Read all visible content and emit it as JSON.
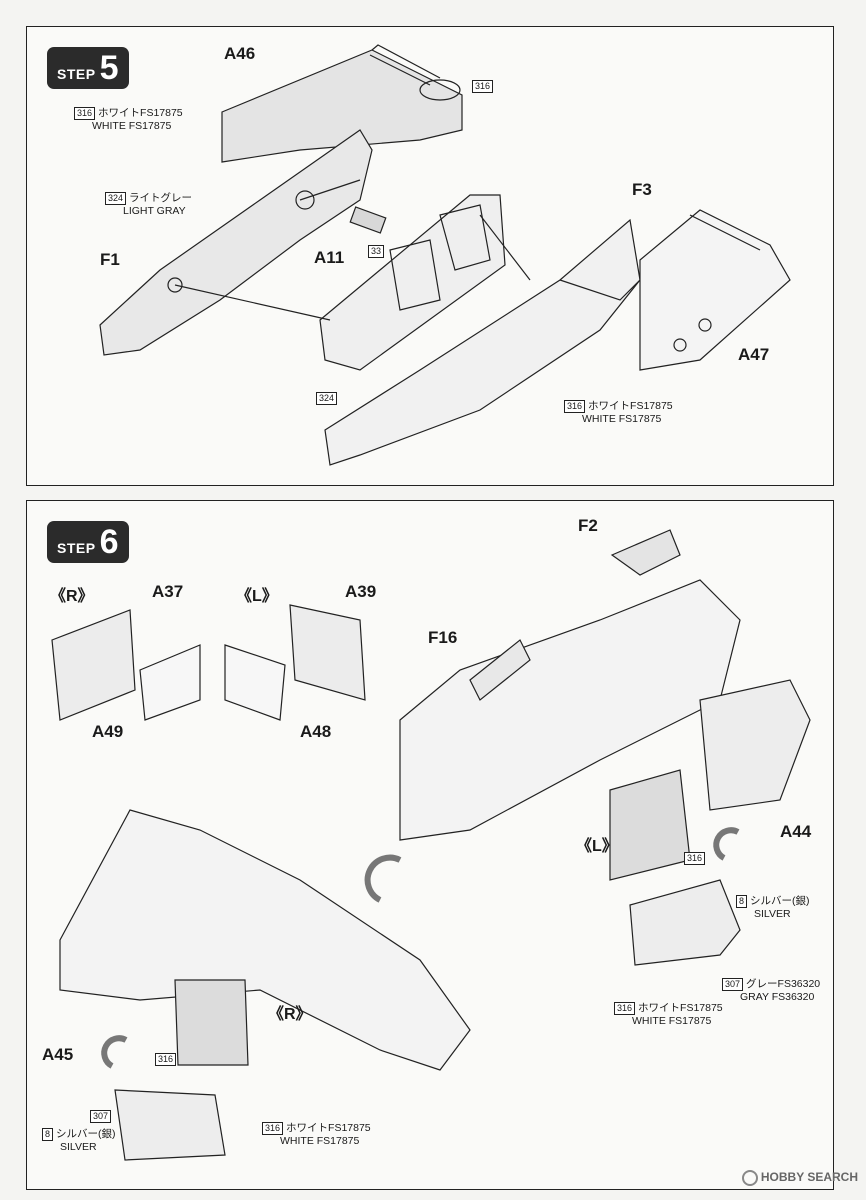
{
  "step5": {
    "step_word": "STEP",
    "step_number": "5",
    "parts": [
      "A46",
      "F1",
      "A11",
      "F3",
      "A47"
    ],
    "badge_33": "33",
    "badge_324": "324",
    "badge_316": "316",
    "paints": [
      {
        "code": "316",
        "jp": "ホワイトFS17875",
        "en": "WHITE FS17875"
      },
      {
        "code": "324",
        "jp": "ライトグレー",
        "en": "LIGHT GRAY"
      },
      {
        "code": "316",
        "jp": "ホワイトFS17875",
        "en": "WHITE FS17875"
      }
    ]
  },
  "step6": {
    "step_word": "STEP",
    "step_number": "6",
    "parts": [
      "F2",
      "A37",
      "A39",
      "A49",
      "A48",
      "F16",
      "A44",
      "A45"
    ],
    "side_r": "《R》",
    "side_l": "《L》",
    "badge_316": "316",
    "badge_307": "307",
    "paints": [
      {
        "code": "8",
        "jp": "シルバー(銀)",
        "en": "SILVER"
      },
      {
        "code": "307",
        "jp": "グレーFS36320",
        "en": "GRAY FS36320"
      },
      {
        "code": "316",
        "jp": "ホワイトFS17875",
        "en": "WHITE FS17875"
      },
      {
        "code": "8",
        "jp": "シルバー(銀)",
        "en": "SILVER"
      },
      {
        "code": "316",
        "jp": "ホワイトFS17875",
        "en": "WHITE FS17875"
      }
    ]
  },
  "watermark": "HOBBY SEARCH"
}
